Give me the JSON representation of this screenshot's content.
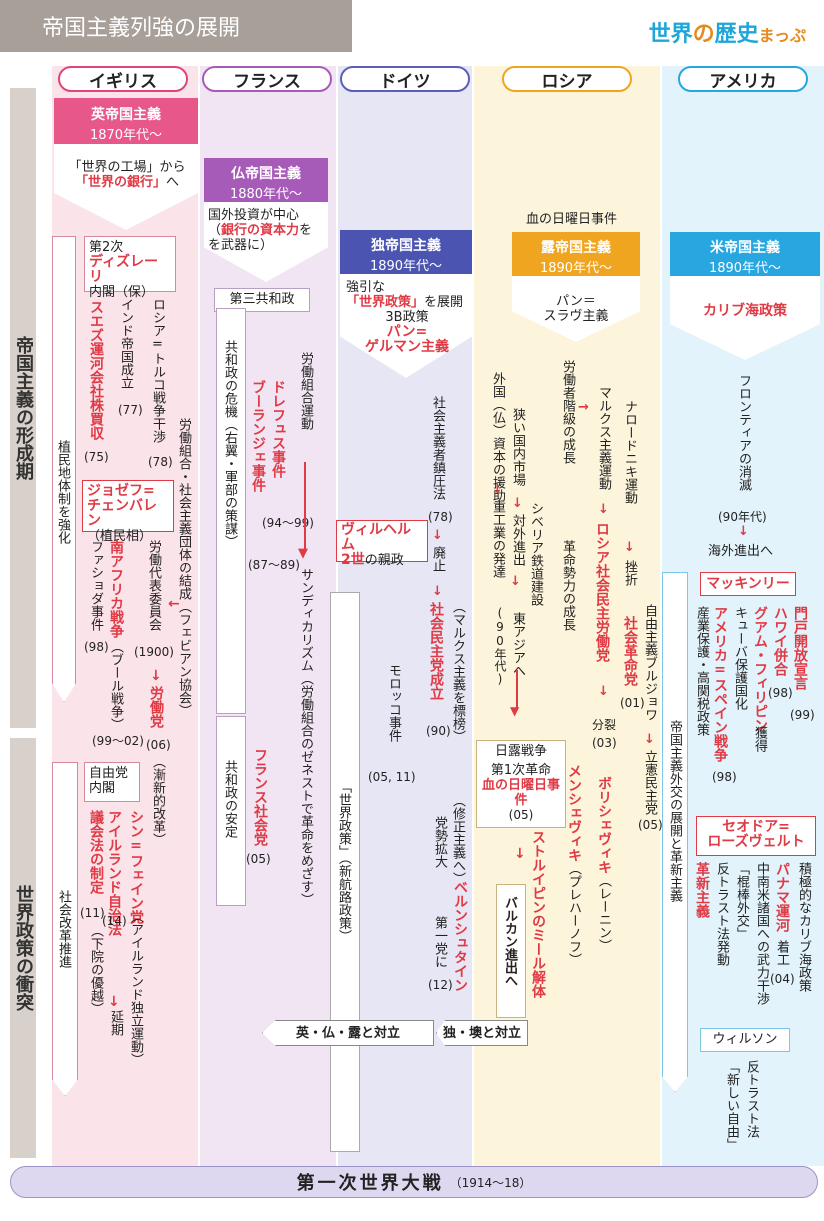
{
  "page": {
    "title": "帝国主義列強の展開",
    "logo": {
      "part1": "世界",
      "part2": "の",
      "part3": "歴史",
      "part4": "まっぷ"
    }
  },
  "columns": {
    "uk": "イギリス",
    "fr": "フランス",
    "de": "ドイツ",
    "ru": "ロシア",
    "us": "アメリカ"
  },
  "side": {
    "period1": "帝国主義の形成期",
    "period2": "世界政策の衝突"
  },
  "uk": {
    "head_title": "英帝国主義",
    "head_date": "1870年代〜",
    "sub1": "「世界の工場」から",
    "sub2_red": "「世界の銀行」",
    "sub2_tail": "へ",
    "disraeli1": "第2次",
    "disraeli2": "ディズレーリ",
    "disraeli3": "内閣（保）",
    "suez": "スエズ運河会社株買収",
    "suez_year": "(75)",
    "india": "インド帝国成立",
    "india_year": "(77)",
    "russo": "ロシア=トルコ戦争干渉",
    "russo_year": "(78)",
    "colony": "植民地体制を強化",
    "labor_org": "労働組合・社会主義団体の結成（フェビアン協会）",
    "chamberlain1": "ジョゼフ=",
    "chamberlain2": "チェンバレン",
    "chamberlain3": "（植民相）",
    "fashoda": "ファショダ事件",
    "fashoda_year": "(98)",
    "boer": "南アフリカ戦争",
    "boer_tail": "（ブール戦争）",
    "boer_year": "(99〜02)",
    "labor_rep": "労働代表委員会",
    "labor_rep_year": "(1900)",
    "labour_party": "労働党",
    "labour_party_year": "(06)",
    "labour_party_tail": "（漸新的改革）",
    "liberal1": "自由党",
    "liberal2": "内閣",
    "social": "社会改革推進",
    "parliament": "議会法の制定",
    "parliament_year": "(11)",
    "parliament_tail": "（下院の優越）",
    "ireland": "アイルランド自治法",
    "ireland_year": "(14)",
    "delay": "延期",
    "sinn": "シン=フェイン党",
    "sinn_tail": "（アイルランド独立運動）"
  },
  "fr": {
    "head_title": "仏帝国主義",
    "head_date": "1880年代〜",
    "sub": "国外投資が中心",
    "sub_red": "銀行の資本力",
    "sub_tail": "を武器に）",
    "republic": "第三共和政",
    "crisis": "共和政の危機（右翼・軍部の策謀）",
    "dreyfus": "ドレフュス事件",
    "dreyfus_year": "(94〜99)",
    "boulanger": "ブーランジェ事件",
    "boulanger_year": "(87〜89)",
    "labor": "労働組合運動",
    "syndicalism": "サンディカリズム（労働組合のゼネストで革命をめざす）",
    "stable": "共和政の安定",
    "socialist": "フランス社会党",
    "socialist_year": "(05)"
  },
  "de": {
    "head_title": "独帝国主義",
    "head_date": "1890年代〜",
    "sub1": "強引な",
    "sub2_red": "「世界政策」",
    "sub2_tail": "を展開",
    "b3": "3B政策",
    "pan1": "パン=",
    "pan2": "ゲルマン主義",
    "wilhelm1": "ヴィルヘルム",
    "wilhelm2": "2世",
    "wilhelm3": "の親政",
    "anti": "社会主義者鎮圧法",
    "anti_year": "(78)",
    "abolish": "廃止",
    "spd": "社会民主党成立",
    "spd_year": "(90)",
    "spd_tail": "（マルクス主義を標榜）",
    "revision": "（修正主義へ）",
    "expand": "党勢拡大",
    "first": "第一党に",
    "first_year": "(12)",
    "morocco": "モロッコ事件",
    "morocco_year": "(05, 11)",
    "weltpolitik": "「世界政策」（新航路政策）",
    "bernstein": "ベルンシュタイン"
  },
  "ru": {
    "bloody_top": "血の日曜日事件",
    "head_title": "露帝国主義",
    "head_date": "1890年代〜",
    "sub1": "パン＝",
    "sub2": "スラヴ主義",
    "foreign": "外国（仏）資本の援助",
    "heavy": "重工業の発達",
    "market": "狭い国内市場",
    "external": "対外進出",
    "siberia": "シベリア鉄道建設",
    "east_asia": "東アジアへ",
    "siberia_year": "(90年代)",
    "worker": "労働者階級の成長",
    "revo_force": "革命勢力の成長",
    "marx": "マルクス主義運動",
    "sdlp": "ロシア社会民主労働党",
    "split": "分裂",
    "split_year": "(03)",
    "narodnik": "ナロードニキ運動",
    "setback": "挫折",
    "sr": "社会革命党",
    "sr_year": "(01)",
    "liberal_b": "自由主義ブルジョワ",
    "const": "立憲民主党",
    "const_year": "(05)",
    "rjwar": "日露戦争",
    "rev1": "第1次革命",
    "bloody": "血の日曜日事件",
    "bloody_year": "(05)",
    "stolypin": "ストルイピンのミール解体",
    "balkan": "バルカン進出へ",
    "menshevik": "メンシェヴィキ",
    "menshevik_tail": "（プレハーノフ）",
    "bolshevik": "ボリシェヴィキ",
    "bolshevik_tail": "（レーニン）"
  },
  "us": {
    "head_title": "米帝国主義",
    "head_date": "1890年代〜",
    "caribbean": "カリブ海政策",
    "frontier": "フロンティアの消滅",
    "frontier_year": "(90年代)",
    "overseas": "海外進出へ",
    "mckinley": "マッキンリー",
    "protect": "産業保護・高関税政策",
    "spain": "アメリカ=スペイン戦争",
    "spain_year": "(98)",
    "guam": "グアム・フィリピン",
    "guam_tail": "獲得",
    "hawaii": "ハワイ併合",
    "hawaii_year": "(98)",
    "cuba": "キューバ保護国化",
    "open_door": "門戸開放宣言",
    "open_door_year": "(99)",
    "diplomacy": "帝国主義外交の展開と革新主義",
    "roosevelt1": "セオドア=",
    "roosevelt2": "ローズヴェルト",
    "progressive": "革新主義",
    "antitrust": "反トラスト法発動",
    "bigstick": "「棍棒外交」",
    "latin": "中南米諸国への武力干渉",
    "panama": "パナマ運河",
    "panama_tail": "着工",
    "panama_year": "(04)",
    "caribbean2": "積極的なカリブ海政策",
    "wilson": "ウィルソン",
    "antitrust2": "反トラスト法",
    "freedom": "「新しい自由」"
  },
  "bottom": {
    "conflict1": "英・仏・露と対立",
    "conflict2": "独・墺と対立",
    "ww1": "第一次世界大戦",
    "ww1_years": "（1914〜18）"
  }
}
